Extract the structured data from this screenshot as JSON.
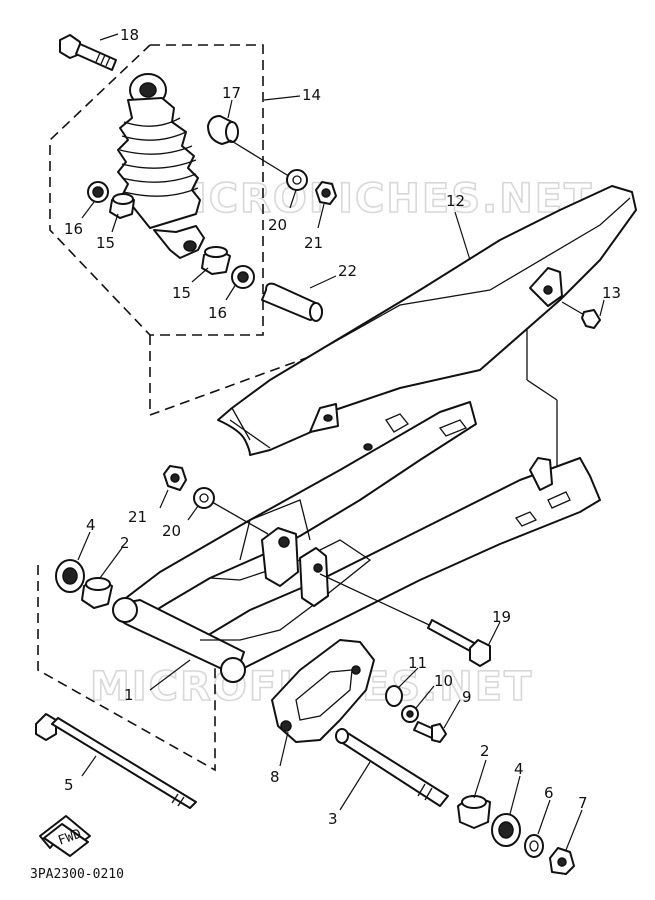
{
  "watermark": "MICROFICHES.NET",
  "diagram_code": "3PA2300-0210",
  "fwd_label": "FWD",
  "callouts": {
    "c1": "1",
    "c2a": "2",
    "c2b": "2",
    "c3": "3",
    "c4a": "4",
    "c4b": "4",
    "c5": "5",
    "c6": "6",
    "c7": "7",
    "c8": "8",
    "c9": "9",
    "c10": "10",
    "c11": "11",
    "c12": "12",
    "c13": "13",
    "c14": "14",
    "c15a": "15",
    "c15b": "15",
    "c16a": "16",
    "c16b": "16",
    "c17": "17",
    "c18": "18",
    "c19": "19",
    "c20a": "20",
    "c20b": "20",
    "c21a": "21",
    "c21b": "21",
    "c22": "22"
  }
}
